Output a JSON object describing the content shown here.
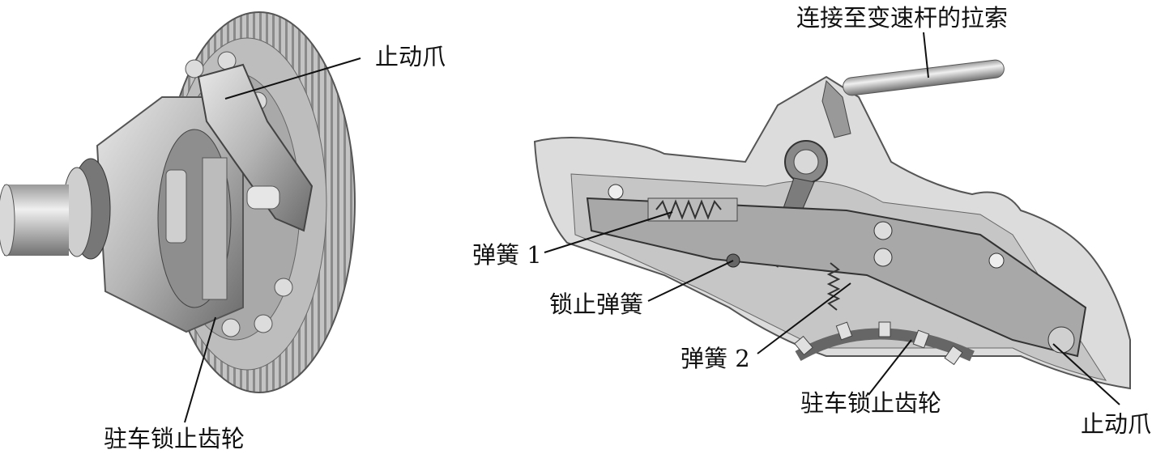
{
  "left_figure": {
    "labels": {
      "pawl": "止动爪",
      "park_lock_gear": "驻车锁止齿轮"
    }
  },
  "right_figure": {
    "labels": {
      "cable": "连接至变速杆的拉索",
      "spring_1": "弹簧 1",
      "lock_spring": "锁止弹簧",
      "spring_2": "弹簧 2",
      "park_lock_gear": "驻车锁止齿轮",
      "pawl": "止动爪"
    }
  }
}
